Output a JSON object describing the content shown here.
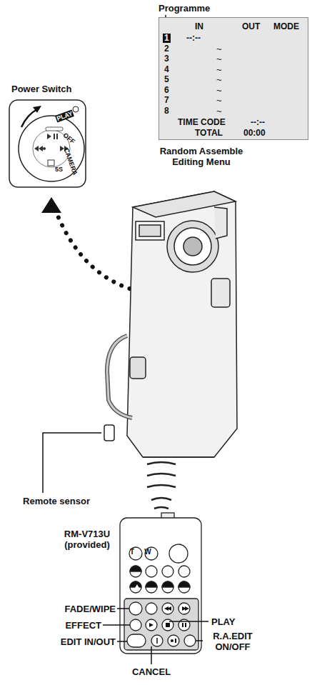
{
  "diagram": {
    "nodes": [
      {
        "text": [
          "IN",
          "OUT",
          "MODE",
          "1",
          "2",
          "3",
          "4",
          "5",
          "6",
          "7",
          "8",
          "--:--",
          "~",
          "~",
          "~",
          "~",
          "~",
          "~",
          "~",
          "TIME CODE",
          "--:--",
          "TOTAL",
          "00:00"
        ]
      },
      {
        "text": [
          "PLAY",
          "OFF",
          "CAMERA",
          "5S"
        ]
      },
      {
        "text": [
          "T",
          "W"
        ]
      }
    ],
    "labels": [
      "Programme",
      "Random Assemble Editing Menu",
      "Power Switch",
      "Remote sensor",
      "RM-V713U (provided)",
      "FADE/WIPE",
      "EFFECT",
      "EDIT IN/OUT",
      "PLAY",
      "R.A.EDIT ON/OFF",
      "CANCEL"
    ]
  }
}
